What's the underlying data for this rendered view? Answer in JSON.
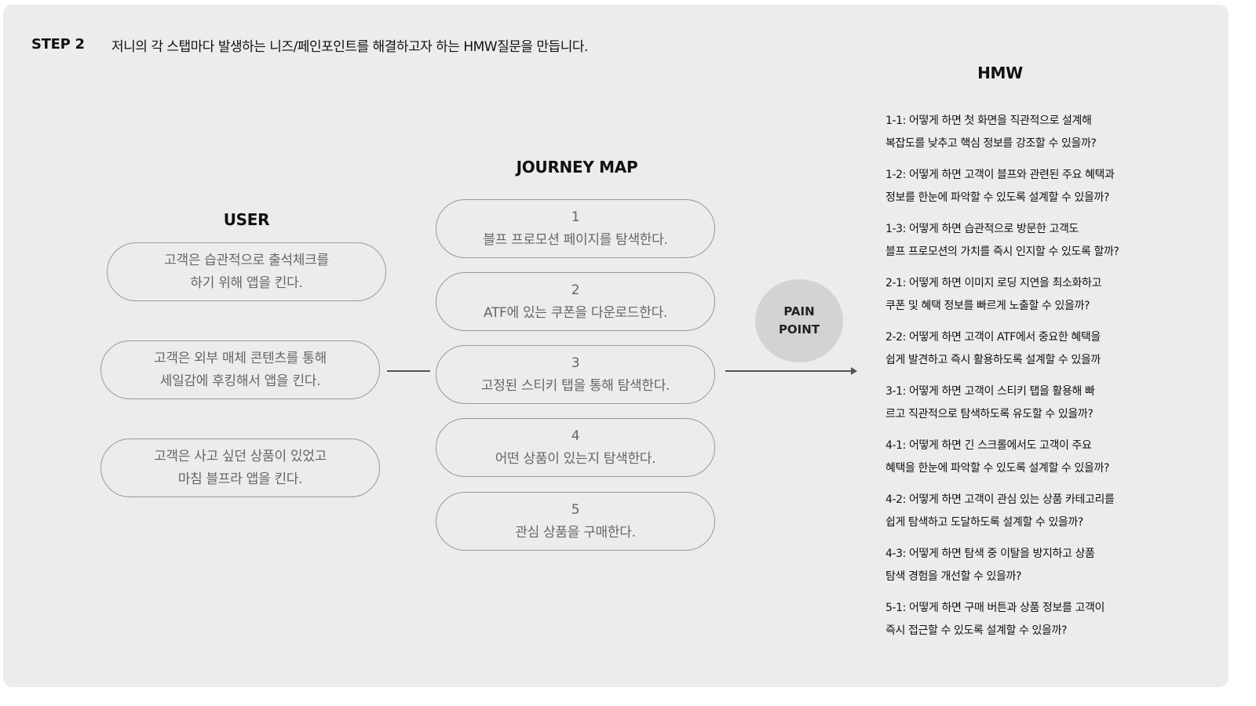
{
  "header": {
    "step": "STEP 2",
    "description": "저니의 각 스탭마다 발생하는 니즈/페인포인트를 해결하고자 하는 HMW질문을 만듭니다."
  },
  "user": {
    "title": "USER",
    "items": [
      {
        "line1": "고객은 습관적으로 출석체크를",
        "line2": "하기 위해 앱을 킨다."
      },
      {
        "line1": "고객은 외부 매체 콘텐츠를 통해",
        "line2": "세일감에 후킹해서 앱을 킨다."
      },
      {
        "line1": "고객은 사고 싶던 상품이 있었고",
        "line2": "마침 블프라 앱을 킨다."
      }
    ]
  },
  "journey": {
    "title": "JOURNEY MAP",
    "steps": [
      {
        "num": "1",
        "text": "블프 프로모션 페이지를 탐색한다."
      },
      {
        "num": "2",
        "text": "ATF에 있는 쿠폰을 다운로드한다."
      },
      {
        "num": "3",
        "text": "고정된 스티키 탭을 통해 탐색한다."
      },
      {
        "num": "4",
        "text": "어떤 상품이 있는지 탐색한다."
      },
      {
        "num": "5",
        "text": "관심 상품을 구매한다."
      }
    ]
  },
  "pain_point": {
    "line1": "PAIN",
    "line2": "POINT"
  },
  "hmw": {
    "title": "HMW",
    "items": [
      {
        "line1": "1-1: 어떻게 하면 첫 화면을 직관적으로 설계해",
        "line2": "복잡도를 낮추고 핵심 정보를 강조할 수 있을까?"
      },
      {
        "line1": "1-2: 어떻게 하면 고객이 블프와 관련된 주요 혜택과",
        "line2": "정보를 한눈에 파악할 수 있도록 설계할 수 있을까?"
      },
      {
        "line1": "1-3: 어떻게 하면 습관적으로 방문한 고객도",
        "line2": "블프 프로모션의 가치를 즉시 인지할 수 있도록 할까?"
      },
      {
        "line1": "2-1: 어떻게 하면 이미지 로딩 지연을 최소화하고",
        "line2": "쿠폰 및 혜택 정보를 빠르게 노출할 수 있을까?"
      },
      {
        "line1": "2-2: 어떻게 하면 고객이 ATF에서 중요한 혜택을",
        "line2": "쉽게 발견하고 즉시 활용하도록 설계할 수 있을까"
      },
      {
        "line1": "3-1: 어떻게 하면 고객이 스티키 탭을 활용해 빠",
        "line2": "르고 직관적으로 탐색하도록 유도할 수 있을까?"
      },
      {
        "line1": "4-1: 어떻게 하면 긴 스크롤에서도 고객이 주요",
        "line2": "혜택을 한눈에 파악할 수 있도록 설계할 수 있을까?"
      },
      {
        "line1": "4-2: 어떻게 하면 고객이 관심 있는 상품 카테고리를",
        "line2": "쉽게 탐색하고 도달하도록 설계할 수 있을까?"
      },
      {
        "line1": "4-3: 어떻게 하면 탐색 중 이탈을 방지하고 상품",
        "line2": "탐색 경험을 개선할 수 있을까?"
      },
      {
        "line1": "5-1: 어떻게 하면 구매 버튼과 상품 정보를 고객이",
        "line2": "즉시 접근할 수 있도록 설계할 수 있을까?"
      }
    ]
  }
}
